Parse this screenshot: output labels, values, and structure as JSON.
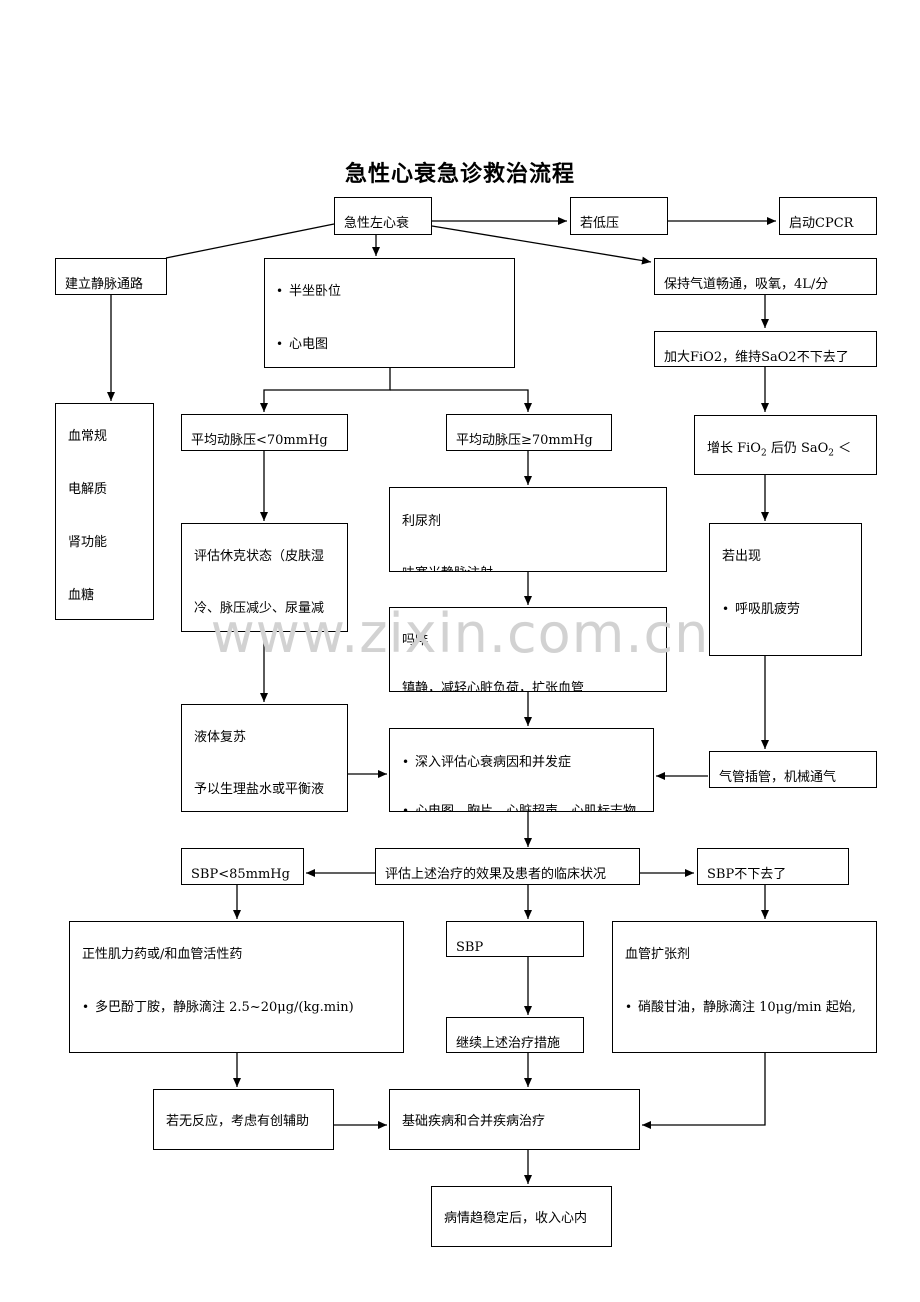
{
  "title": "急性心衰急诊救治流程",
  "watermark": "www.zixin.com.cn",
  "nodes": {
    "n1": "急性左心衰",
    "n2": "若低压",
    "n3": "启动CPCR",
    "n4": "建立静脉通路",
    "n5": [
      "半坐卧位",
      "心电图"
    ],
    "n6": "保持气道畅通，吸氧，4L/分",
    "n7": "加大FiO2，维持SaO2不下去了",
    "n8": [
      "血常规",
      "电解质",
      "肾功能",
      "血糖"
    ],
    "n9": "平均动脉压<70mmHg",
    "n10": "平均动脉压≥70mmHg",
    "n11_a": "增长 FiO",
    "n11_b": " 后仍 SaO",
    "n11_c": "＜",
    "n12": [
      "评估休克状态（皮肤湿",
      "冷、脉压减少、尿量减"
    ],
    "n13": [
      "利尿剂",
      "呋塞米静脉注射"
    ],
    "n14_a": "若出现",
    "n14_b": "呼吸肌疲劳",
    "n15": [
      "吗啡",
      "镇静，减轻心脏负荷，扩张血管"
    ],
    "n16": [
      "液体复苏",
      "予以生理盐水或平衡液"
    ],
    "n17_a": "深入评估心衰病因和并发症",
    "n17_b": "心电图、胸片、心脏超声、心肌标志物",
    "n18": "气管插管，机械通气",
    "n19": "SBP<85mmHg",
    "n20": "评估上述治疗的效果及患者的临床状况",
    "n21": "SBP不下去了",
    "n22_a": "正性肌力药或/和血管活性药",
    "n22_b": "多巴酚丁胺，静脉滴注 2.5~20μg/(kg.min)",
    "n23": "SBP",
    "n24_a": "血管扩张剂",
    "n24_b": "硝酸甘油，静脉滴注 10μg/min 起始,",
    "n25": "继续上述治疗措施",
    "n26": "若无反应，考虑有创辅助",
    "n27": "基础疾病和合并疾病治疗",
    "n28": "病情趋稳定后，收入心内"
  }
}
